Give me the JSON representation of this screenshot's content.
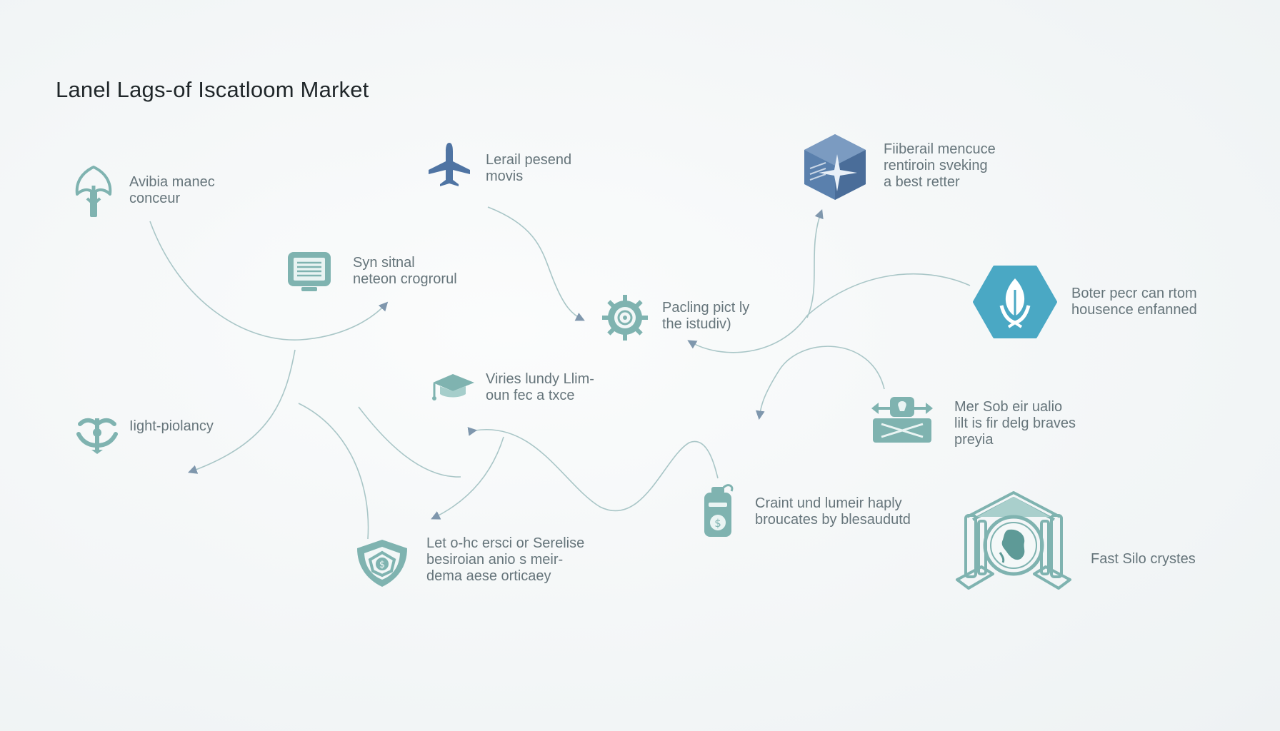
{
  "title": "Lanel Lags-of Iscatloom Market",
  "colors": {
    "teal": "#7fb3b0",
    "teal_dark": "#5e9a97",
    "blue": "#4f74a3",
    "cyan": "#4aa8c4",
    "line": "#9fc1c2",
    "arrow": "#7f97ad"
  },
  "nodes": [
    {
      "id": "n1",
      "icon": "plant-icon",
      "lines": [
        "Avibia manec",
        "conceur"
      ]
    },
    {
      "id": "n2",
      "icon": "airplane-icon",
      "lines": [
        "Lerail pesend",
        "movis"
      ]
    },
    {
      "id": "n3",
      "icon": "hex-cube-icon",
      "lines": [
        "Fiiberail mencuce",
        "rentiroin sveking",
        "a best retter"
      ]
    },
    {
      "id": "n4",
      "icon": "monitor-icon",
      "lines": [
        "Syn sitnal",
        "neteon crogrorul"
      ]
    },
    {
      "id": "n5",
      "icon": "gear-icon",
      "lines": [
        "Pacling pict ly",
        "the istudiv)"
      ]
    },
    {
      "id": "n6",
      "icon": "leaf-hexagon-icon",
      "lines": [
        "Boter pecr can rtom",
        "housence enfanned"
      ]
    },
    {
      "id": "n7",
      "icon": "graduation-cap-icon",
      "lines": [
        "Viries lundy Llim-",
        "oun fec a txce"
      ]
    },
    {
      "id": "n8",
      "icon": "anchor-icon",
      "lines": [
        "Iight-piolancy"
      ]
    },
    {
      "id": "n9",
      "icon": "lock-box-icon",
      "lines": [
        "Mer Sob eir ualio",
        "lilt is fir delg braves",
        "preyia"
      ]
    },
    {
      "id": "n10",
      "icon": "battery-coin-icon",
      "lines": [
        "Craint und lumeir haply",
        "broucates by blesaudutd"
      ]
    },
    {
      "id": "n11",
      "icon": "shield-dollar-icon",
      "lines": [
        "Let o-hc ersci or Serelise",
        "besiroian anio s meir-",
        "dema aese orticaey"
      ]
    },
    {
      "id": "n12",
      "icon": "globe-gate-icon",
      "lines": [
        "Fast Silo crystes"
      ]
    }
  ]
}
